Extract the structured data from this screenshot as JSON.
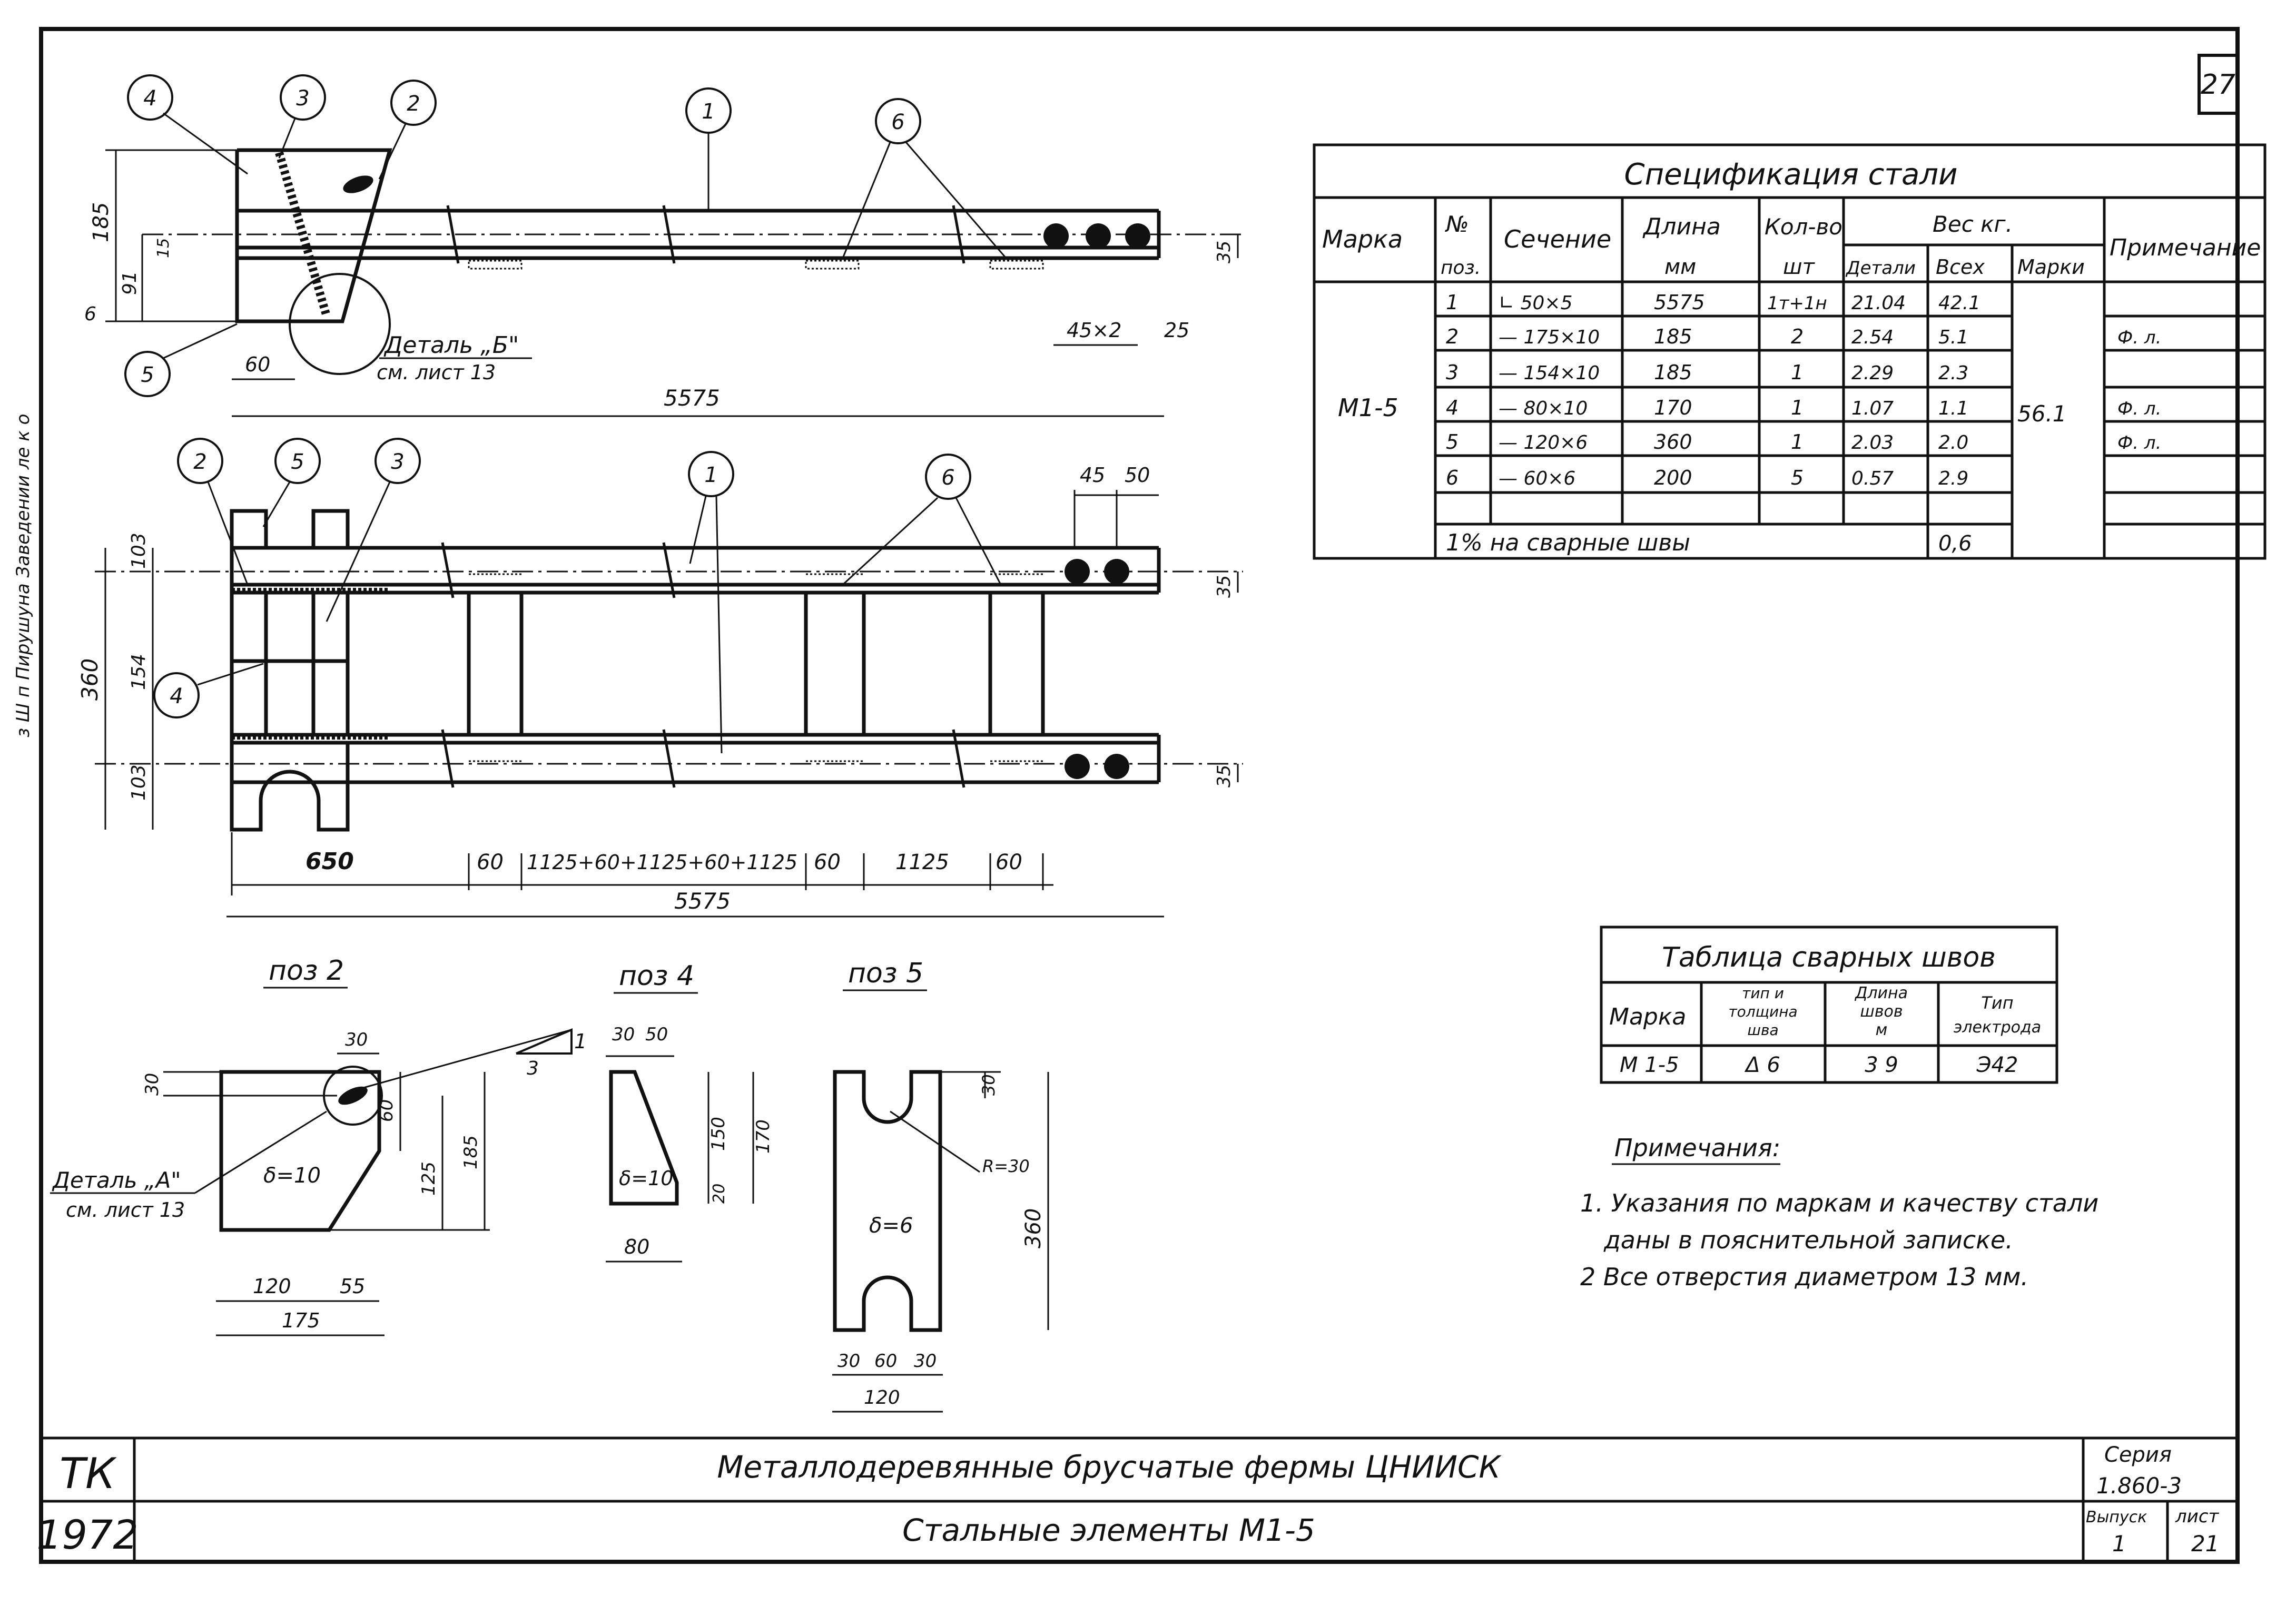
{
  "sheet_number": "27",
  "side_margin_text": "з Ш п Пирушуна Заведении ле к о",
  "elevation": {
    "positions": [
      "4",
      "3",
      "2",
      "1",
      "6",
      "5"
    ],
    "dims": {
      "h185": "185",
      "h91": "91",
      "h15": "15",
      "h6": "6",
      "w60": "60",
      "w45x2": "45×2",
      "w25": "25",
      "h35": "35",
      "w5575": "5575"
    },
    "detail_b_label": "Деталь „Б\"",
    "detail_b_ref": "см. лист 13"
  },
  "plan": {
    "positions": [
      "2",
      "5",
      "3",
      "1",
      "6",
      "4"
    ],
    "dims": {
      "w45": "45",
      "w50": "50",
      "h103_top": "103",
      "h154": "154",
      "h103_bot": "103",
      "h360": "360",
      "h35_top": "35",
      "h35_bot": "35",
      "w650": "650",
      "w60_1": "60",
      "w_mid": "1125+60+1125+60+1125",
      "w60_2": "60",
      "w1125": "1125",
      "w60_3": "60",
      "w5575": "5575"
    }
  },
  "poz2": {
    "title": "поз 2",
    "dims": {
      "w30": "30",
      "h30": "30",
      "h60": "60",
      "h125": "125",
      "h185": "185",
      "w120": "120",
      "w55": "55",
      "w175": "175"
    },
    "thickness": "δ=10",
    "slope_1": "1",
    "slope_3": "3",
    "detail_a_label": "Деталь „А\"",
    "detail_a_ref": "см. лист 13"
  },
  "poz4": {
    "title": "поз 4",
    "dims": {
      "w30": "30",
      "w50": "50",
      "h150": "150",
      "h170": "170",
      "h20": "20",
      "w80": "80"
    },
    "thickness": "δ=10"
  },
  "poz5": {
    "title": "поз 5",
    "dims": {
      "h30": "30",
      "radius": "R=30",
      "h360": "360",
      "w30a": "30",
      "w60": "60",
      "w30b": "30",
      "w120": "120"
    },
    "thickness": "δ=6"
  },
  "spec": {
    "title": "Спецификация стали",
    "headers": {
      "mark": "Марка",
      "pos1": "№",
      "pos2": "поз.",
      "section": "Сечение",
      "length1": "Длина",
      "length2": "мм",
      "qty1": "Кол-во",
      "qty2": "шт",
      "weight": "Вес кг.",
      "w_detail": "Детали",
      "w_total": "Всех",
      "w_mark": "Марки",
      "note": "Примечание"
    },
    "mark": "М1-5",
    "mark_weight": "56.1",
    "rows": [
      {
        "pos": "1",
        "section": "∟ 50×5",
        "length": "5575",
        "qty": "1т+1н",
        "w_detail": "21.04",
        "w_total": "42.1",
        "note": ""
      },
      {
        "pos": "2",
        "section": "— 175×10",
        "length": "185",
        "qty": "2",
        "w_detail": "2.54",
        "w_total": "5.1",
        "note": "Ф. л."
      },
      {
        "pos": "3",
        "section": "— 154×10",
        "length": "185",
        "qty": "1",
        "w_detail": "2.29",
        "w_total": "2.3",
        "note": ""
      },
      {
        "pos": "4",
        "section": "— 80×10",
        "length": "170",
        "qty": "1",
        "w_detail": "1.07",
        "w_total": "1.1",
        "note": "Ф. л."
      },
      {
        "pos": "5",
        "section": "— 120×6",
        "length": "360",
        "qty": "1",
        "w_detail": "2.03",
        "w_total": "2.0",
        "note": "Ф. л."
      },
      {
        "pos": "6",
        "section": "— 60×6",
        "length": "200",
        "qty": "5",
        "w_detail": "0.57",
        "w_total": "2.9",
        "note": ""
      }
    ],
    "weld_row_label": "1% на сварные швы",
    "weld_row_value": "0,6"
  },
  "welds": {
    "title": "Таблица сварных швов",
    "headers": {
      "mark": "Марка",
      "type1": "тип и",
      "type2": "толщина",
      "type3": "шва",
      "len1": "Длина",
      "len2": "швов",
      "len3": "м",
      "el1": "Тип",
      "el2": "электрода"
    },
    "row": {
      "mark": "М 1-5",
      "type": "Δ 6",
      "length": "3 9",
      "electrode": "Э42"
    }
  },
  "notes": {
    "title": "Примечания:",
    "items": [
      "1. Указания по маркам и качеству стали",
      "даны в пояснительной записке.",
      "2 Все отверстия диаметром 13 мм."
    ]
  },
  "title_block": {
    "org": "ТК",
    "year": "1972",
    "title": "Металлодеревянные брусчатые фермы ЦНИИСК",
    "subtitle": "Стальные элементы М1-5",
    "series_label": "Серия",
    "series_value": "1.860-3",
    "issue_label": "Выпуск",
    "issue_value": "1",
    "sheet_label": "лист",
    "sheet_value": "21"
  }
}
